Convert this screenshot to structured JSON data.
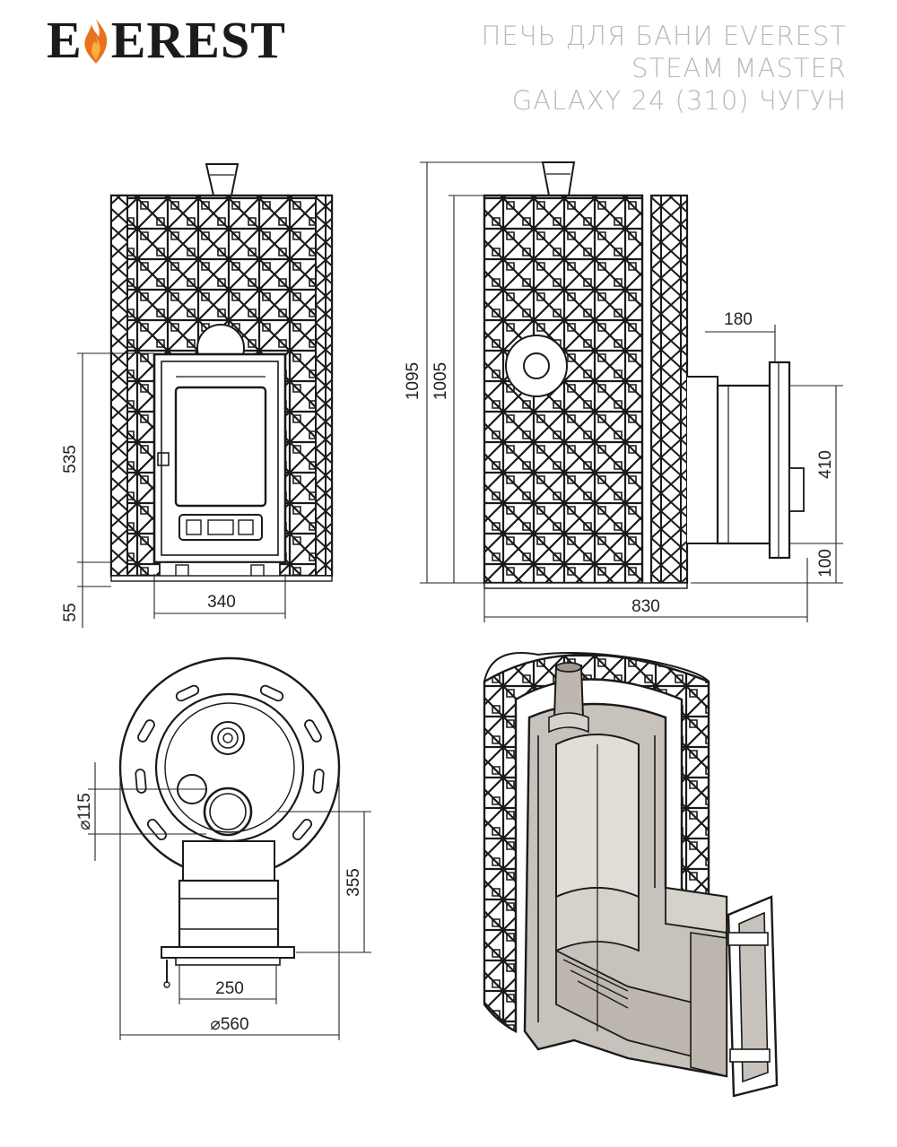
{
  "header": {
    "brand_prefix": "E",
    "brand_suffix": "EREST",
    "title_lines": [
      "ПЕЧЬ ДЛЯ БАНИ EVEREST",
      "STEAM MASTER",
      "GALAXY 24 (310) ЧУГУН"
    ]
  },
  "dimensions": {
    "front_height": "535",
    "front_leg": "55",
    "front_width": "340",
    "total_height": "1095",
    "body_height": "1005",
    "tank_offset": "180",
    "tank_height": "410",
    "tank_bottom": "100",
    "total_depth": "830",
    "flue_diameter": "⌀115",
    "firebox_length": "355",
    "door_width": "250",
    "body_diameter": "⌀560"
  },
  "colors": {
    "line": "#1a1a1a",
    "interior": "#c7c2bc",
    "title": "#b9b9b9",
    "flame": "#e8731f"
  }
}
